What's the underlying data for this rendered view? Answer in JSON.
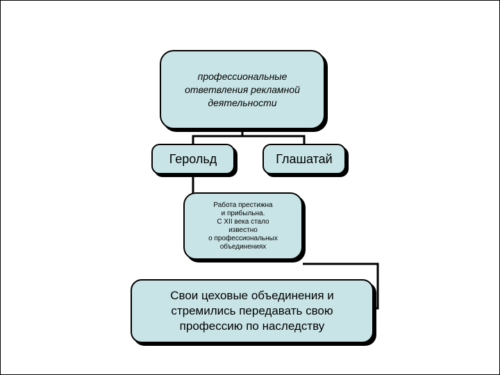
{
  "diagram": {
    "root": {
      "lines": [
        "профессиональные",
        "ответвления рекламной",
        "деятельности"
      ]
    },
    "branch_left": {
      "label": "Герольд"
    },
    "branch_right": {
      "label": "Глашатай"
    },
    "prestige": {
      "lines": [
        "Работа престижна",
        "и прибыльна.",
        "С XII века стало",
        "известно",
        "о профессиональных",
        "объединениях"
      ]
    },
    "guilds": {
      "lines": [
        "Свои цеховые объединения и",
        "стремились передавать свою",
        "профессию по наследству"
      ]
    }
  },
  "colors": {
    "node_fill": "#c9e4e6",
    "stroke": "#000000",
    "background": "#ffffff"
  }
}
